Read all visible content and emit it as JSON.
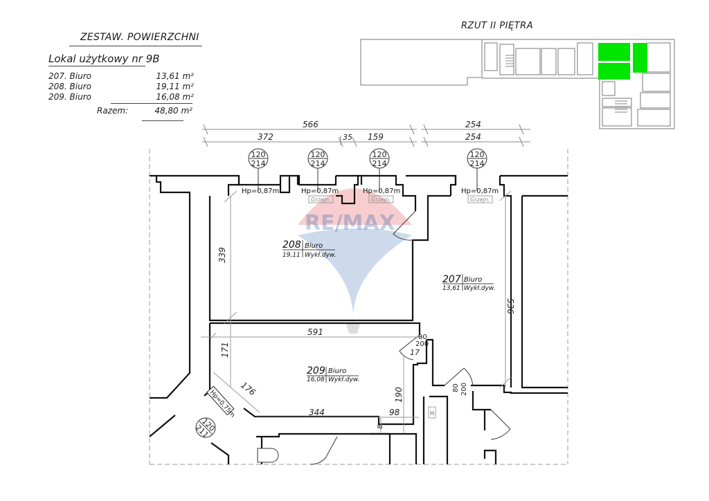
{
  "summary": {
    "title": "ZESTAW. POWIERZCHNI",
    "unit_title": "Lokal użytkowy nr 9B",
    "rooms": [
      {
        "name": "207. Biuro",
        "area": "13,61 m²"
      },
      {
        "name": "208. Biuro",
        "area": "19,11 m²"
      },
      {
        "name": "209. Biuro",
        "area": "16,08 m²"
      }
    ],
    "total_label": "Razem:",
    "total_area": "48,80 m²"
  },
  "key_plan": {
    "title": "RZUT II PIĘTRA",
    "highlight_color": "#00e600"
  },
  "dimensions": {
    "top_total": "566",
    "top_seg1": "372",
    "top_seg2": "35",
    "top_seg3": "159",
    "right_top": "254",
    "right_bottom": "254",
    "room208_height": "339",
    "room207_height": "536",
    "room209_width": "591",
    "room209_height_left": "171",
    "diag": "176",
    "bottom_width": "344",
    "right_small": "98",
    "recess_8": "8",
    "room209_right_h": "190",
    "door_17": "17"
  },
  "windows": [
    {
      "w": "120",
      "h": "214"
    },
    {
      "w": "120",
      "h": "214"
    },
    {
      "w": "120",
      "h": "214"
    },
    {
      "w": "120",
      "h": "214"
    },
    {
      "w": "120",
      "h": "211"
    }
  ],
  "sill_label": "Hp=0,87m",
  "sill_label_diag": "Hp=0,75m",
  "radiator_label": "Grzejn.",
  "doors": [
    {
      "w": "80",
      "h": "200"
    },
    {
      "w": "80",
      "h": "200"
    }
  ],
  "rooms": {
    "r207": {
      "number": "207",
      "name": "Biuro",
      "area": "13,61",
      "floor": "Wykł.dyw."
    },
    "r208": {
      "number": "208",
      "name": "Biuro",
      "area": "19,11",
      "floor": "Wykł.dyw."
    },
    "r209": {
      "number": "209",
      "name": "Biuro",
      "area": "16,08",
      "floor": "Wykł.dyw."
    }
  },
  "hydrant_label": "H",
  "watermark": {
    "text": "RE/MAX",
    "red": "#e8505b",
    "blue": "#1f5ba8"
  }
}
